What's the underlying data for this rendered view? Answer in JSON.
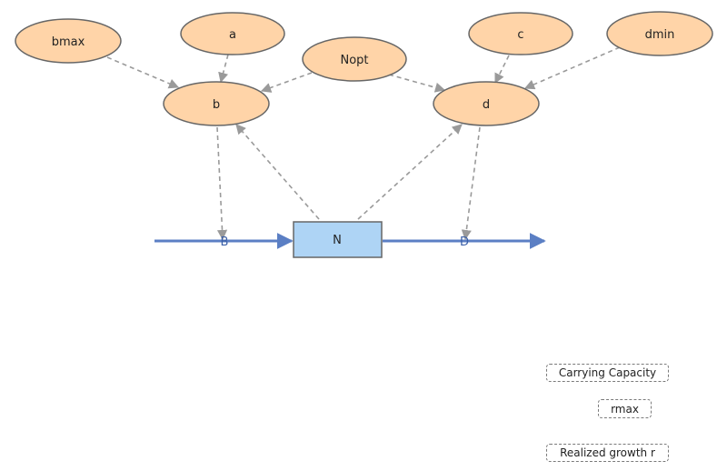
{
  "variables": {
    "bmax": "bmax",
    "a": "a",
    "nopt": "Nopt",
    "c": "c",
    "dmin": "dmin",
    "b": "b",
    "d": "d"
  },
  "stock": {
    "n": "N"
  },
  "flows": {
    "birth": "B",
    "death": "D"
  },
  "panels": {
    "carrying_capacity": "Carrying Capacity",
    "rmax": "rmax",
    "realized_growth": "Realized growth r"
  },
  "colors": {
    "variable_fill": "#ffcc99",
    "stock_fill": "#aed4f5",
    "flow_line": "#5b7fc4",
    "link_line": "#9a9a9a"
  }
}
